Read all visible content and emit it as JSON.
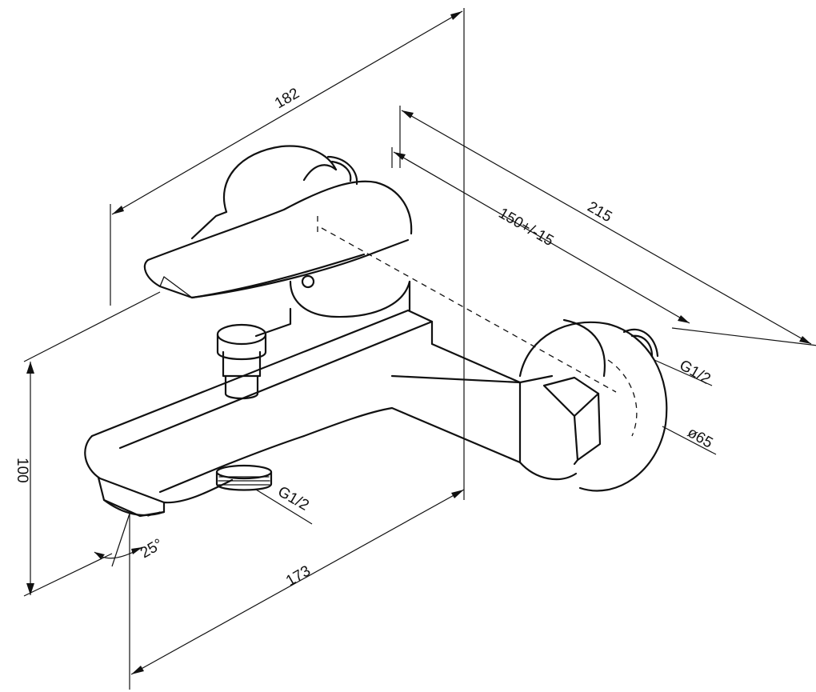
{
  "dimensions": {
    "width_overall": "182",
    "depth_overall": "215",
    "connection_centers": "150+/-15",
    "height": "100",
    "spout_reach": "173",
    "spout_angle": "25°"
  },
  "callouts": {
    "inlet_thread": "G1/2",
    "outlet_thread": "G1/2",
    "escutcheon_diameter": "ø65"
  }
}
